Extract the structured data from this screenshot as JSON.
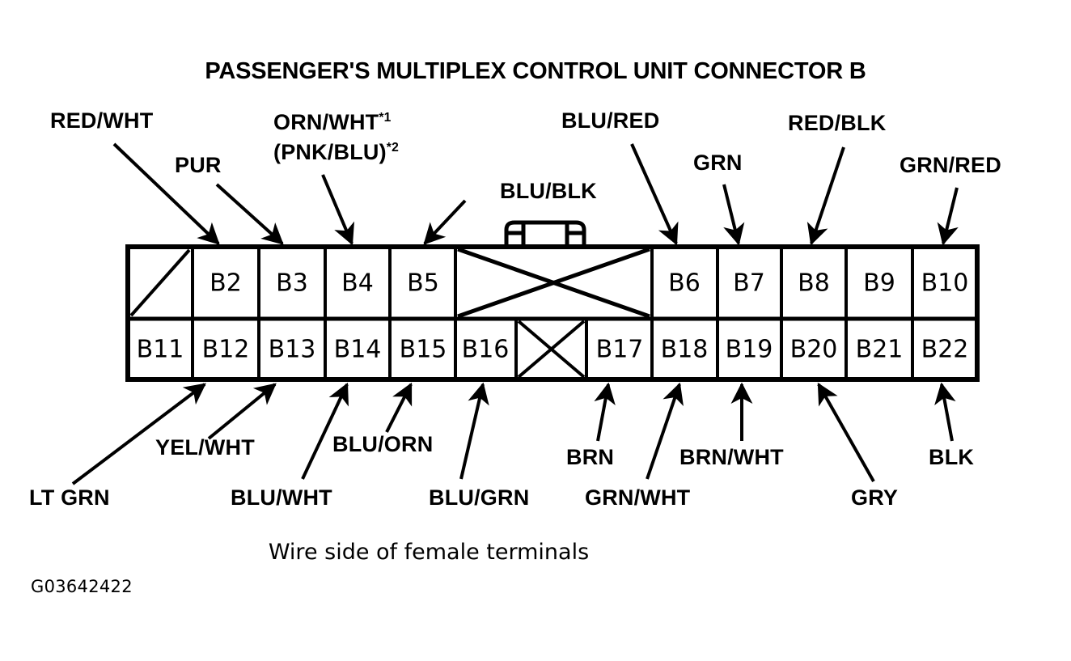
{
  "title": "PASSENGER'S MULTIPLEX CONTROL UNIT CONNECTOR B",
  "caption": "Wire side of female terminals",
  "figure_id": "G03642422",
  "colors": {
    "ink": "#000000",
    "paper": "#ffffff"
  },
  "connector": {
    "name": "Connector B",
    "top_row": [
      {
        "id": "cell-blank-slash",
        "label": "",
        "marker": "diagonal-slash"
      },
      {
        "id": "B2",
        "label": "B2",
        "marker": "none"
      },
      {
        "id": "B3",
        "label": "B3",
        "marker": "none"
      },
      {
        "id": "B4",
        "label": "B4",
        "marker": "none"
      },
      {
        "id": "B5",
        "label": "B5",
        "marker": "none"
      },
      {
        "id": "cell-blank-wide-x",
        "label": "",
        "marker": "cross-x"
      },
      {
        "id": "B6",
        "label": "B6",
        "marker": "none"
      },
      {
        "id": "B7",
        "label": "B7",
        "marker": "none"
      },
      {
        "id": "B8",
        "label": "B8",
        "marker": "none"
      },
      {
        "id": "B9",
        "label": "B9",
        "marker": "none"
      },
      {
        "id": "B10",
        "label": "B10",
        "marker": "none"
      }
    ],
    "bottom_row": [
      {
        "id": "B11",
        "label": "B11",
        "marker": "none"
      },
      {
        "id": "B12",
        "label": "B12",
        "marker": "none"
      },
      {
        "id": "B13",
        "label": "B13",
        "marker": "none"
      },
      {
        "id": "B14",
        "label": "B14",
        "marker": "none"
      },
      {
        "id": "B15",
        "label": "B15",
        "marker": "none"
      },
      {
        "id": "B16",
        "label": "B16",
        "marker": "none"
      },
      {
        "id": "cell-blank-small-x",
        "label": "",
        "marker": "cross-x"
      },
      {
        "id": "B17",
        "label": "B17",
        "marker": "none"
      },
      {
        "id": "B18",
        "label": "B18",
        "marker": "none"
      },
      {
        "id": "B19",
        "label": "B19",
        "marker": "none"
      },
      {
        "id": "B20",
        "label": "B20",
        "marker": "none"
      },
      {
        "id": "B21",
        "label": "B21",
        "marker": "none"
      },
      {
        "id": "B22",
        "label": "B22",
        "marker": "none"
      }
    ]
  },
  "wire_labels_top": [
    {
      "id": "red-wht",
      "text": "RED/WHT",
      "terminal": "B2"
    },
    {
      "id": "pur",
      "text": "PUR",
      "terminal": "B3"
    },
    {
      "id": "orn-wht",
      "text": "ORN/WHT",
      "sup": "*1",
      "terminal": "B4"
    },
    {
      "id": "pnk-blu",
      "text": "(PNK/BLU)",
      "sup": "*2",
      "terminal": "B4"
    },
    {
      "id": "blu-blk",
      "text": "BLU/BLK",
      "terminal": "B5"
    },
    {
      "id": "blu-red",
      "text": "BLU/RED",
      "terminal": "B6"
    },
    {
      "id": "grn",
      "text": "GRN",
      "terminal": "B7"
    },
    {
      "id": "red-blk",
      "text": "RED/BLK",
      "terminal": "B8"
    },
    {
      "id": "grn-red",
      "text": "GRN/RED",
      "terminal": "B10"
    }
  ],
  "wire_labels_bottom": [
    {
      "id": "lt-grn",
      "text": "LT GRN",
      "terminal": "B11"
    },
    {
      "id": "yel-wht",
      "text": "YEL/WHT",
      "terminal": "B12"
    },
    {
      "id": "blu-wht",
      "text": "BLU/WHT",
      "terminal": "B13"
    },
    {
      "id": "blu-orn",
      "text": "BLU/ORN",
      "terminal": "B14"
    },
    {
      "id": "blu-grn",
      "text": "BLU/GRN",
      "terminal": "B16"
    },
    {
      "id": "brn",
      "text": "BRN",
      "terminal": "B17"
    },
    {
      "id": "grn-wht",
      "text": "GRN/WHT",
      "terminal": "B18"
    },
    {
      "id": "brn-wht",
      "text": "BRN/WHT",
      "terminal": "B19"
    },
    {
      "id": "gry",
      "text": "GRY",
      "terminal": "B20"
    },
    {
      "id": "blk",
      "text": "BLK",
      "terminal": "B22"
    }
  ]
}
